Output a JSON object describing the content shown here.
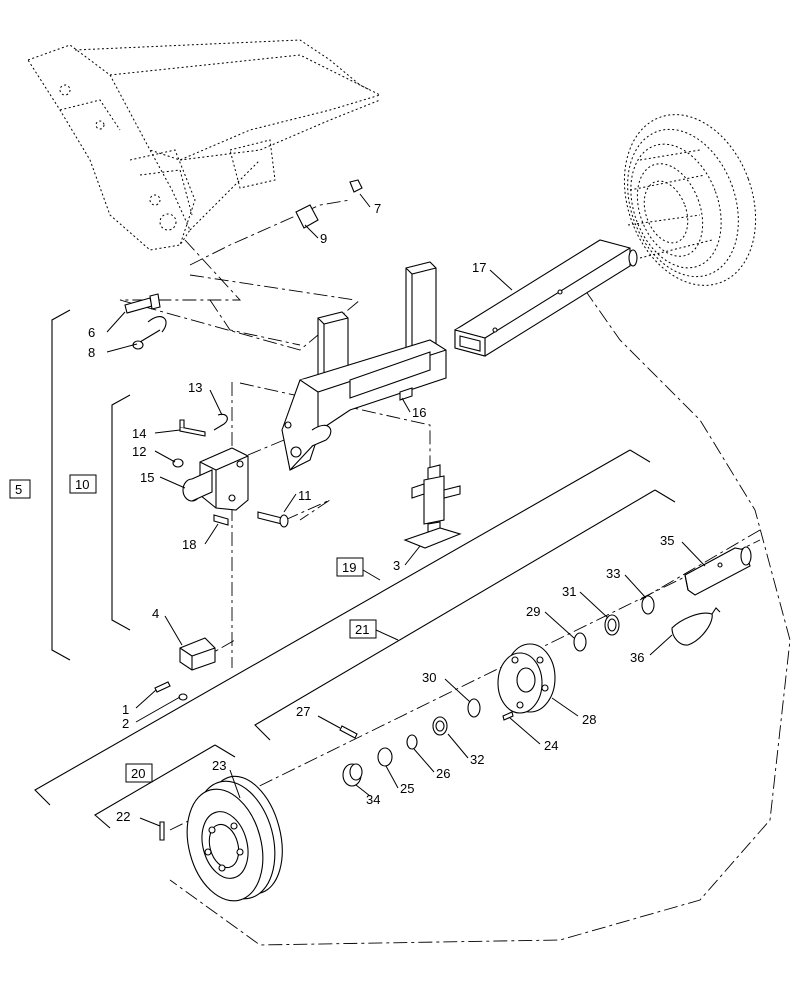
{
  "diagram": {
    "callouts": {
      "c1": "1",
      "c2": "2",
      "c3": "3",
      "c4": "4",
      "c5": "5",
      "c6": "6",
      "c7": "7",
      "c8": "8",
      "c9": "9",
      "c10": "10",
      "c11": "11",
      "c12": "12",
      "c13": "13",
      "c14": "14",
      "c15": "15",
      "c16": "16",
      "c17": "17",
      "c18": "18",
      "c19": "19",
      "c20": "20",
      "c21": "21",
      "c22": "22",
      "c23": "23",
      "c24": "24",
      "c25": "25",
      "c26": "26",
      "c27": "27",
      "c28": "28",
      "c29": "29",
      "c30": "30",
      "c31": "31",
      "c32": "32",
      "c33": "33",
      "c34": "34",
      "c35": "35",
      "c36": "36"
    },
    "components": [
      "baler-frame-ghost",
      "tire-ghost",
      "jack-stand-frame",
      "axle-tube",
      "jack",
      "pivot-bracket",
      "wheel-rim",
      "hub",
      "spindle"
    ]
  }
}
